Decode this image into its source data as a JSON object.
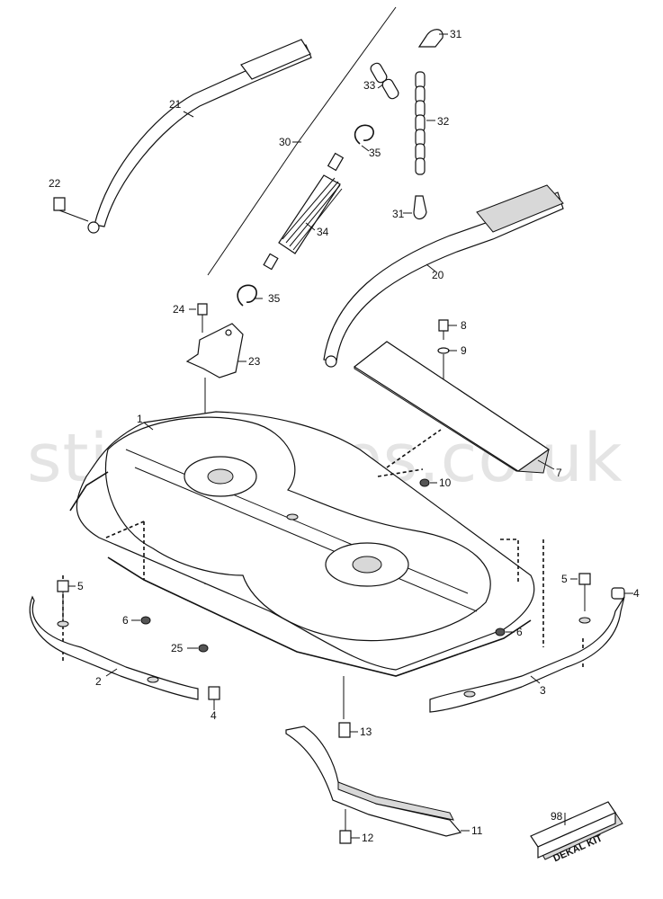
{
  "watermark": "stigaspares.co.uk",
  "decal_kit": {
    "number": "98",
    "label": "DEKAL KIT"
  },
  "parts": [
    {
      "id": "p31a",
      "label": "31"
    },
    {
      "id": "p33",
      "label": "33"
    },
    {
      "id": "p32",
      "label": "32"
    },
    {
      "id": "p21",
      "label": "21"
    },
    {
      "id": "p30",
      "label": "30"
    },
    {
      "id": "p35a",
      "label": "35"
    },
    {
      "id": "p22",
      "label": "22"
    },
    {
      "id": "p31b",
      "label": "31"
    },
    {
      "id": "p34",
      "label": "34"
    },
    {
      "id": "p20",
      "label": "20"
    },
    {
      "id": "p35b",
      "label": "35"
    },
    {
      "id": "p24",
      "label": "24"
    },
    {
      "id": "p8",
      "label": "8"
    },
    {
      "id": "p9",
      "label": "9"
    },
    {
      "id": "p23",
      "label": "23"
    },
    {
      "id": "p1",
      "label": "1"
    },
    {
      "id": "p7",
      "label": "7"
    },
    {
      "id": "p10",
      "label": "10"
    },
    {
      "id": "p5a",
      "label": "5"
    },
    {
      "id": "p5b",
      "label": "5"
    },
    {
      "id": "p4a",
      "label": "4"
    },
    {
      "id": "p6a",
      "label": "6"
    },
    {
      "id": "p6b",
      "label": "6"
    },
    {
      "id": "p25",
      "label": "25"
    },
    {
      "id": "p2",
      "label": "2"
    },
    {
      "id": "p3",
      "label": "3"
    },
    {
      "id": "p4b",
      "label": "4"
    },
    {
      "id": "p13",
      "label": "13"
    },
    {
      "id": "p11",
      "label": "11"
    },
    {
      "id": "p12",
      "label": "12"
    }
  ]
}
